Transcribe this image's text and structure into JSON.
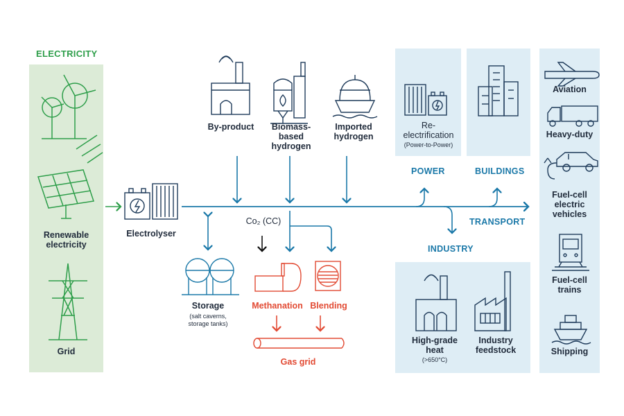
{
  "sections": {
    "electricity": "ELECTRICITY",
    "power": "POWER",
    "buildings": "BUILDINGS",
    "transport": "TRANSPORT",
    "industry": "INDUSTRY"
  },
  "sources": {
    "renewable": "Renewable\nelectricity",
    "grid": "Grid",
    "electrolyser": "Electrolyser",
    "by_product": "By-product",
    "biomass": "Biomass-\nbased\nhydrogen",
    "imported": "Imported\nhydrogen"
  },
  "midstream": {
    "co2": "Co₂ (CC)",
    "storage": "Storage",
    "storage_note": "(salt caverns,\nstorage tanks)",
    "methanation": "Methanation",
    "blending": "Blending",
    "gas_grid": "Gas grid"
  },
  "power": {
    "re_electrification": "Re-\nelectrification",
    "note": "(Power-to-Power)"
  },
  "industry": {
    "high_grade_heat": "High-grade\nheat",
    "heat_note": "(>650°C)",
    "feedstock": "Industry\nfeedstock"
  },
  "transport": {
    "aviation": "Aviation",
    "heavy_duty": "Heavy-duty",
    "fuel_cell_vehicles": "Fuel-cell\nelectric\nvehicles",
    "fuel_cell_trains": "Fuel-cell\ntrains",
    "shipping": "Shipping"
  },
  "colors": {
    "green": "#2e9e4a",
    "blue": "#1a78a8",
    "navy": "#1f3b5a",
    "red": "#e24a33",
    "panel_green": "#dcebd7",
    "panel_blue": "#deedf5"
  }
}
